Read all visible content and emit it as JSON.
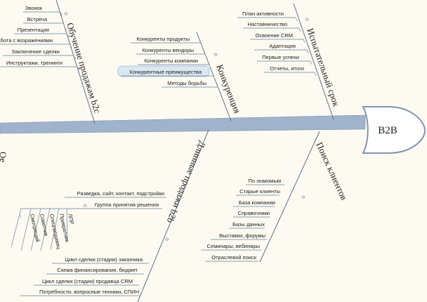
{
  "head": "B2B",
  "collapse_glyph": "⊖",
  "colors": {
    "spine": "#a0b3cc",
    "spine_stroke": "#8094b0",
    "highlight": "#dbe8f2"
  },
  "categories": {
    "training": {
      "label": "Обучение продажам b2c",
      "items": [
        "Звонок",
        "Встреча",
        "Презентация",
        "Работа с возражениями",
        "Заключение сделки",
        "Инструктажи, тренинги"
      ]
    },
    "competition": {
      "label": "Конкуренция",
      "items": [
        "Конкуренты продукты",
        "Конкуренты вендоры",
        "Конкуренты компании",
        "Конкурентные преимущества",
        "Методы борьбы"
      ]
    },
    "trial": {
      "label": "Испытательный срок",
      "items": [
        "План активности",
        "Наставничество",
        "Освоение CRM",
        "Адаптация",
        "Первые успехи",
        "Отчеты, итоги"
      ]
    },
    "search": {
      "label": "Поиск клиентов",
      "items": [
        "По знакомым",
        "Старые клиенты",
        "База компании",
        "Справочники",
        "Базы данных",
        "Выставки, форумы",
        "Семинары, вебинары",
        "Отраслевой поиск"
      ]
    },
    "long_sales": {
      "label": "Длинные продажи b2b",
      "items": [
        "Разведка, сайт, контакт, подстройки",
        "Группа принятия решения",
        "Цикл сделки (стадии) заказчика",
        "Схема финансирования, бюджет",
        "Цикл сделки (стадии) продавца CRM",
        "Потребности, вопросные техники, СПИН"
      ],
      "sub_items": [
        "ЛПР",
        "Привратник",
        "Спецпродавец",
        "Советчик",
        "Смотрящий",
        "..."
      ]
    }
  },
  "left_fragment": "Ое"
}
